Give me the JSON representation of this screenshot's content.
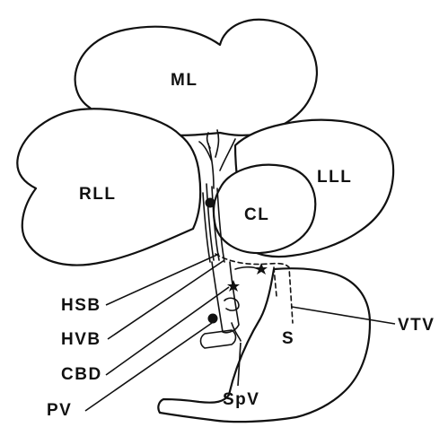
{
  "labels": {
    "ml": "ML",
    "rll": "RLL",
    "lll": "LLL",
    "cl": "CL",
    "s": "S",
    "hsb": "HSB",
    "hvb": "HVB",
    "cbd": "CBD",
    "pv": "PV",
    "spv": "SpV",
    "vtv": "VTV"
  },
  "colors": {
    "ink": "#111111",
    "background": "#ffffff"
  }
}
